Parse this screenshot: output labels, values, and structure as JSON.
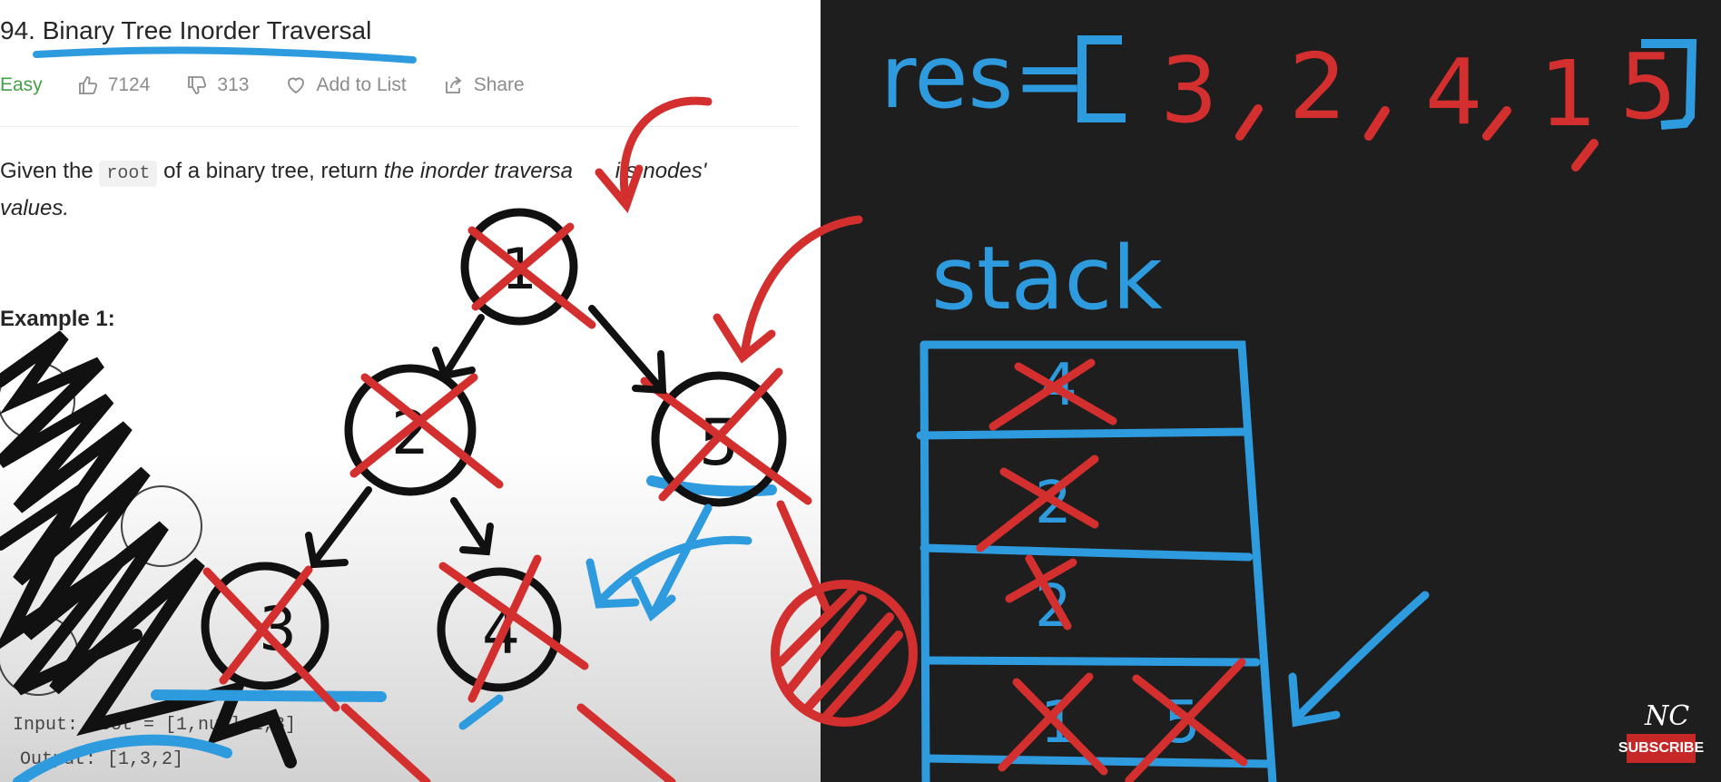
{
  "problem": {
    "title": "94. Binary Tree Inorder Traversal",
    "difficulty": "Easy",
    "likes": "7124",
    "dislikes": "313",
    "add_to_list": "Add to List",
    "share": "Share"
  },
  "description": {
    "before_code": "Given the ",
    "code": "root",
    "middle": " of a binary tree, return ",
    "italic_a": "the inorder traversa",
    "italic_b": "its nodes'",
    "line2": "values."
  },
  "example": {
    "heading": "Example 1:",
    "input_line": "Input: root = [1,null,2,3]",
    "output_line": "Output: [1,3,2]"
  },
  "whiteboard": {
    "res_label": "res=",
    "res_values": [
      "3",
      "2",
      "4",
      "1",
      "5"
    ],
    "stack_label": "stack",
    "tree_nodes": [
      "1",
      "2",
      "5",
      "3",
      "4"
    ],
    "stack_items": [
      "4",
      "2",
      "2",
      "1",
      "5"
    ]
  },
  "channel": {
    "logo": "NC",
    "subscribe": "SUBSCRIBE"
  },
  "colors": {
    "ink_black": "#111111",
    "ink_red": "#d32f2f",
    "ink_blue": "#2f9bdf",
    "easy_green": "#43a047",
    "board_bg": "#1e1e1e"
  }
}
